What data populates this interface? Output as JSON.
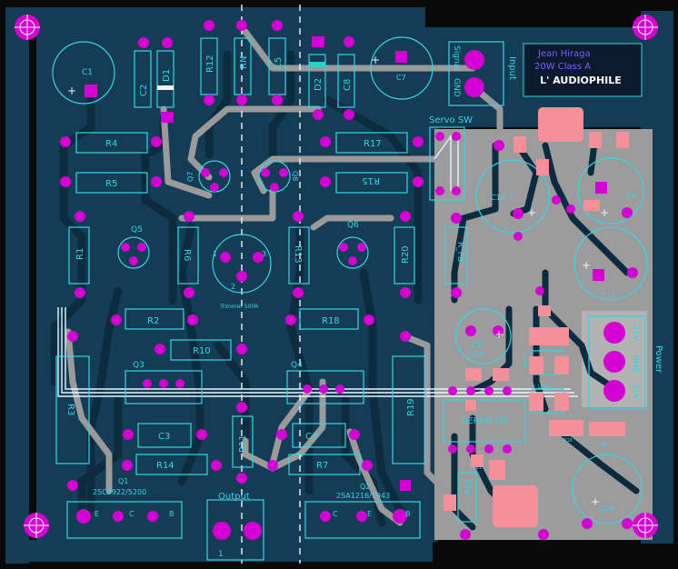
{
  "board": {
    "author_line1": "Jean Hiraga",
    "author_line2": "20W Class A",
    "brand": "L' AUDIOPHILE"
  },
  "components": {
    "C1": "C1",
    "C2": "C2",
    "D1": "D1",
    "R12": "R12",
    "RN": "RN",
    "C5": "C5",
    "D2": "D2",
    "C8": "C8",
    "C7": "C7",
    "R4": "R4",
    "R5": "R5",
    "R17": "R17",
    "R15": "R15",
    "Q7": "Q7",
    "Q8": "Q8",
    "Q5": "Q5",
    "Q6": "Q6",
    "R1": "R1",
    "R6": "R6",
    "R13": "R13",
    "R20": "R20",
    "trimmer": "Trimmer 500R",
    "R2": "R2",
    "R18": "R18",
    "R10": "R10",
    "Q3": "Q3",
    "Q4": "Q4",
    "R3": "R3",
    "R19": "R19",
    "C3": "C3",
    "C6": "C6",
    "R14": "R14",
    "R7": "R7",
    "R11": "R11",
    "Q1": "Q1",
    "Q2": "Q2",
    "R22": "R22",
    "R_FB": "R_FB",
    "C10": "C10",
    "C4": "C4",
    "C11": "C11",
    "C9": "C9",
    "C9_value": "10µF",
    "C15": "C15",
    "LED1": "LED1",
    "LED2": "LED2",
    "R16": "R16",
    "R8": "R8",
    "R21": "R21",
    "servo_op": "SERVO OP"
  },
  "connectors": {
    "input_title": "Input",
    "input_signal": "Signal",
    "input_gnd": "GND",
    "servo_sw": "Servo SW",
    "output": "Output",
    "output_pin": "1",
    "power": "Power",
    "power_neg": "-21V",
    "power_gnd": "GND",
    "power_pos": "21V",
    "q1_part": "2SC2922/5200",
    "q2_part": "2SA1216/1943",
    "pin_b": "B",
    "pin_c": "C",
    "pin_e": "E",
    "pin1": "1",
    "pin2": "2",
    "pin3": "3"
  },
  "colors": {
    "copper": "#143c55",
    "copper_dark": "#0c2b3e",
    "silk": "#35d6e6",
    "pad": "#d400d4",
    "trace": "#9a9a9a",
    "smd": "#f4909a",
    "gray_zone": "#9c9c9c"
  }
}
